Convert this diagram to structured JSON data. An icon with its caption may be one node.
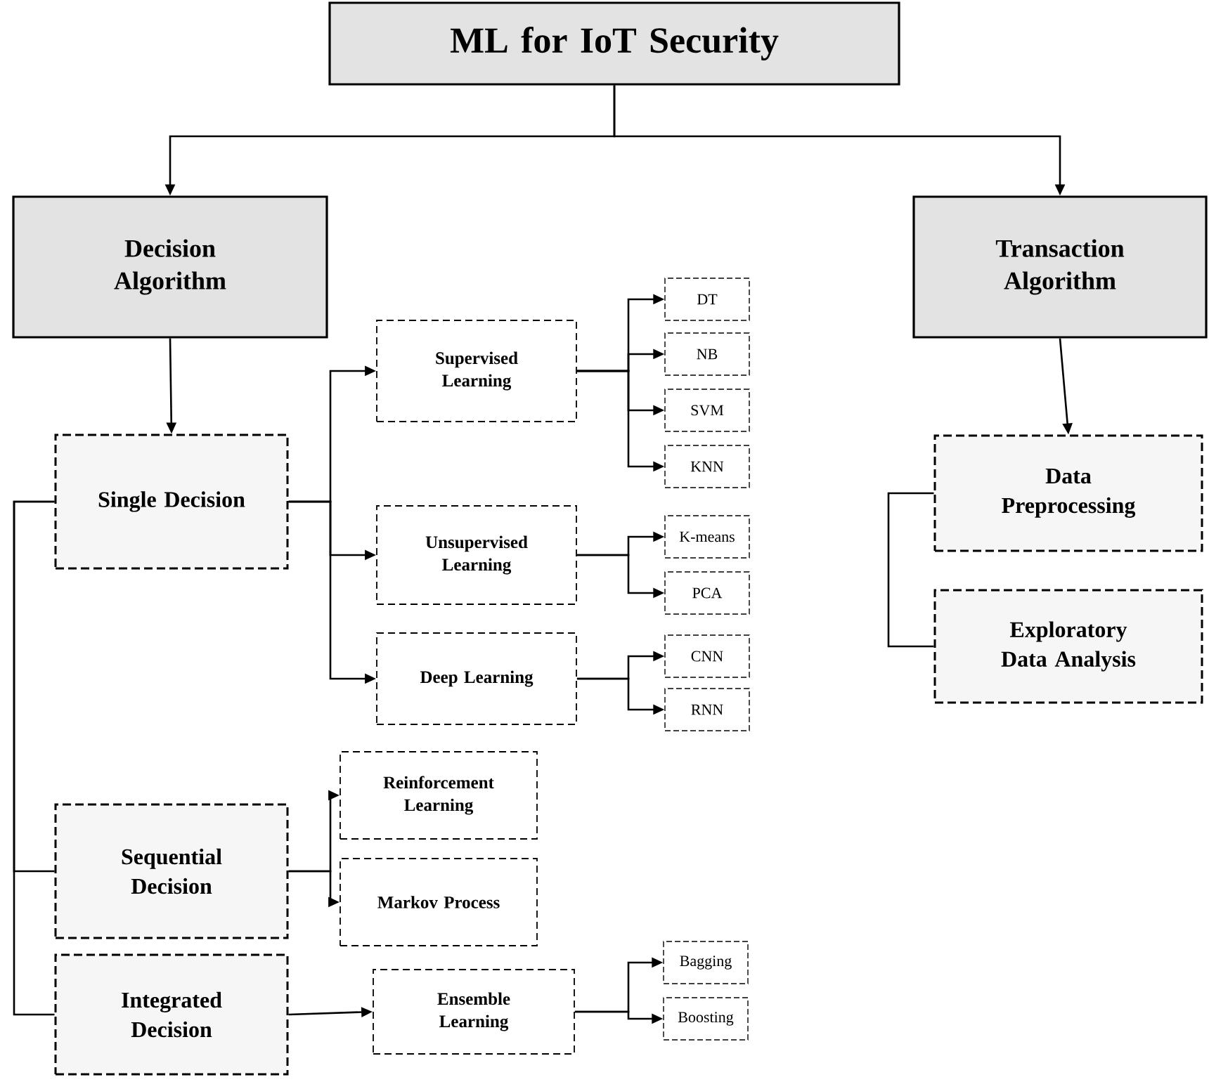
{
  "diagram": {
    "nodes": [
      {
        "text": [
          "ML for IoT Security"
        ]
      },
      {
        "text": [
          "Decision Algorithm"
        ]
      },
      {
        "text": [
          "Transaction Algorithm"
        ]
      },
      {
        "text": [
          "Single Decision"
        ]
      },
      {
        "text": [
          "Supervised Learning"
        ]
      },
      {
        "text": [
          "DT"
        ]
      },
      {
        "text": [
          "NB"
        ]
      },
      {
        "text": [
          "SVM"
        ]
      },
      {
        "text": [
          "KNN"
        ]
      },
      {
        "text": [
          "Unsupervised Learning"
        ]
      },
      {
        "text": [
          "K-means"
        ]
      },
      {
        "text": [
          "PCA"
        ]
      },
      {
        "text": [
          "Deep Learning"
        ]
      },
      {
        "text": [
          "CNN"
        ]
      },
      {
        "text": [
          "RNN"
        ]
      },
      {
        "text": [
          "Sequential Decision"
        ]
      },
      {
        "text": [
          "Reinforcement Learning"
        ]
      },
      {
        "text": [
          "Markov Process"
        ]
      },
      {
        "text": [
          "Integrated Decision"
        ]
      },
      {
        "text": [
          "Ensemble Learning"
        ]
      },
      {
        "text": [
          "Bagging"
        ]
      },
      {
        "text": [
          "Boosting"
        ]
      },
      {
        "text": [
          "Data Preprocessing"
        ]
      },
      {
        "text": [
          "Exploratory Data Analysis"
        ]
      }
    ],
    "edges": [
      {
        "from": 0,
        "to": 1,
        "arrow": "to"
      },
      {
        "from": 0,
        "to": 2,
        "arrow": "to"
      },
      {
        "from": 1,
        "to": 3,
        "arrow": "to"
      },
      {
        "from": 2,
        "to": 22,
        "arrow": "to"
      },
      {
        "from": 3,
        "to": 4,
        "arrow": "to"
      },
      {
        "from": 3,
        "to": 9,
        "arrow": "to"
      },
      {
        "from": 3,
        "to": 12,
        "arrow": "to"
      },
      {
        "from": 4,
        "to": 5,
        "arrow": "to"
      },
      {
        "from": 4,
        "to": 6,
        "arrow": "to"
      },
      {
        "from": 4,
        "to": 7,
        "arrow": "to"
      },
      {
        "from": 4,
        "to": 8,
        "arrow": "to"
      },
      {
        "from": 9,
        "to": 10,
        "arrow": "to"
      },
      {
        "from": 9,
        "to": 11,
        "arrow": "to"
      },
      {
        "from": 12,
        "to": 13,
        "arrow": "to"
      },
      {
        "from": 12,
        "to": 14,
        "arrow": "to"
      },
      {
        "from": 3,
        "to": 15,
        "arrow": "none"
      },
      {
        "from": 3,
        "to": 18,
        "arrow": "none"
      },
      {
        "from": 15,
        "to": 16,
        "arrow": "to"
      },
      {
        "from": 15,
        "to": 17,
        "arrow": "to"
      },
      {
        "from": 18,
        "to": 19,
        "arrow": "to"
      },
      {
        "from": 19,
        "to": 20,
        "arrow": "to"
      },
      {
        "from": 19,
        "to": 21,
        "arrow": "to"
      },
      {
        "from": 22,
        "to": 23,
        "arrow": "none"
      }
    ]
  }
}
